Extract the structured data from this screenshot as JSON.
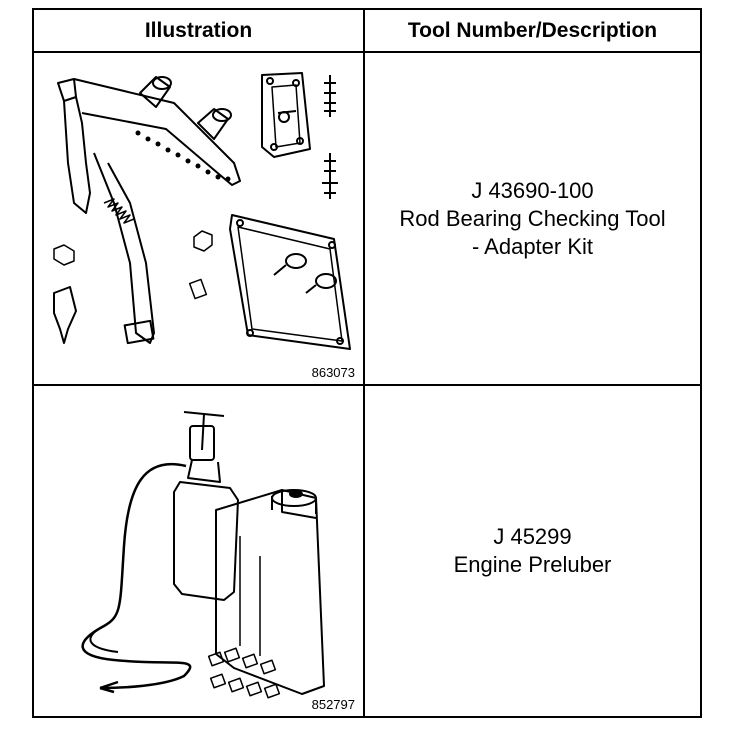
{
  "header": {
    "col_illustration": "Illustration",
    "col_tool": "Tool Number/Description"
  },
  "rows": [
    {
      "figure_number": "863073",
      "tool_number": "J 43690-100",
      "description_line1": "Rod Bearing Checking Tool",
      "description_line2": "- Adapter Kit"
    },
    {
      "figure_number": "852797",
      "tool_number": "J 45299",
      "description_line1": "Engine Preluber"
    }
  ]
}
